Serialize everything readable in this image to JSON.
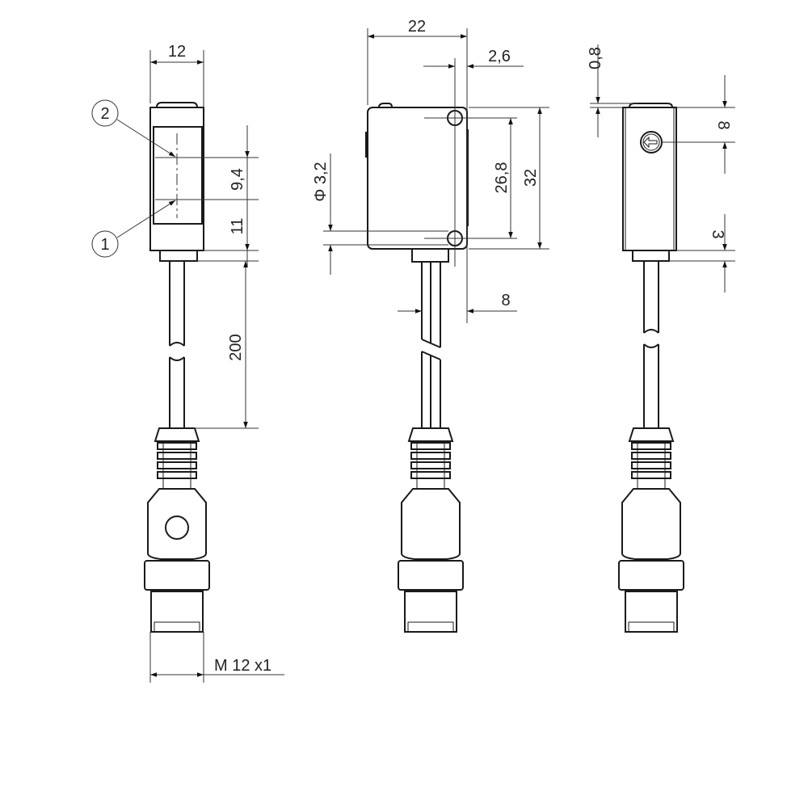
{
  "views": {
    "front": {
      "dim_width": "12",
      "dim_optical_axis_spacing": "9,4",
      "dim_axis_to_bottom": "11",
      "dim_cable_length": "200",
      "dim_thread": "M  12  x1",
      "callouts": [
        "1",
        "2"
      ]
    },
    "side": {
      "dim_width": "22",
      "dim_hole_offset": "2,6",
      "dim_hole_spacing": "26,8",
      "dim_height": "32",
      "dim_hole_diameter": "Φ 3,2",
      "dim_cable_offset": "8"
    },
    "back": {
      "dim_top_cap": "0,8",
      "dim_dial_position": "8",
      "dim_neck": "3"
    }
  }
}
